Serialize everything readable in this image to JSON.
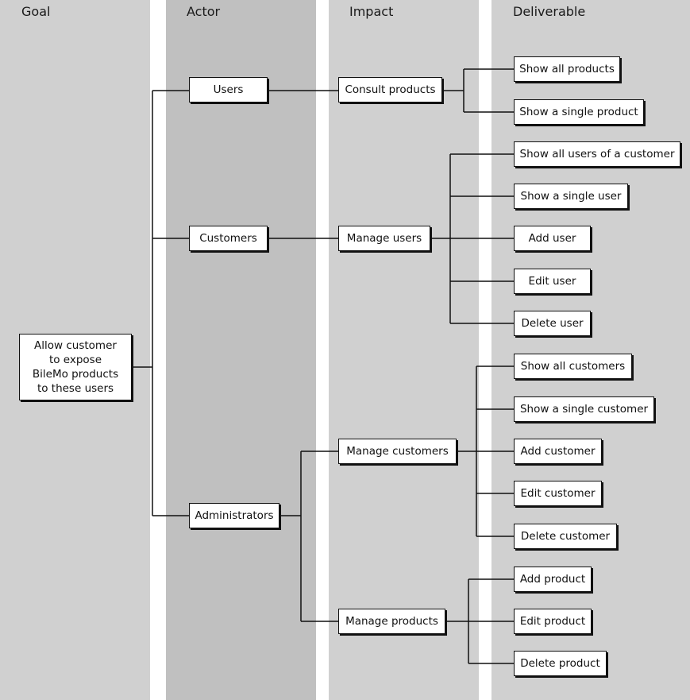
{
  "columns": {
    "goal": "Goal",
    "actor": "Actor",
    "impact": "Impact",
    "deliverable": "Deliverable"
  },
  "goal": "Allow customer\nto expose\nBileMo  products\nto these users",
  "actors": {
    "users": "Users",
    "customers": "Customers",
    "administrators": "Administrators"
  },
  "impacts": {
    "consult_products": "Consult products",
    "manage_users": "Manage users",
    "manage_customers": "Manage customers",
    "manage_products": "Manage products"
  },
  "deliverables": {
    "show_all_products": "Show all products",
    "show_single_product": "Show a single product",
    "show_all_users_customer": "Show all users of a customer",
    "show_single_user": "Show a single user",
    "add_user": "Add user",
    "edit_user": "Edit user",
    "delete_user": "Delete user",
    "show_all_customers": "Show all customers",
    "show_single_customer": "Show a single customer",
    "add_customer": "Add customer",
    "edit_customer": "Edit customer",
    "delete_customer": "Delete customer",
    "add_product": "Add product",
    "edit_product": "Edit product",
    "delete_product": "Delete product"
  }
}
